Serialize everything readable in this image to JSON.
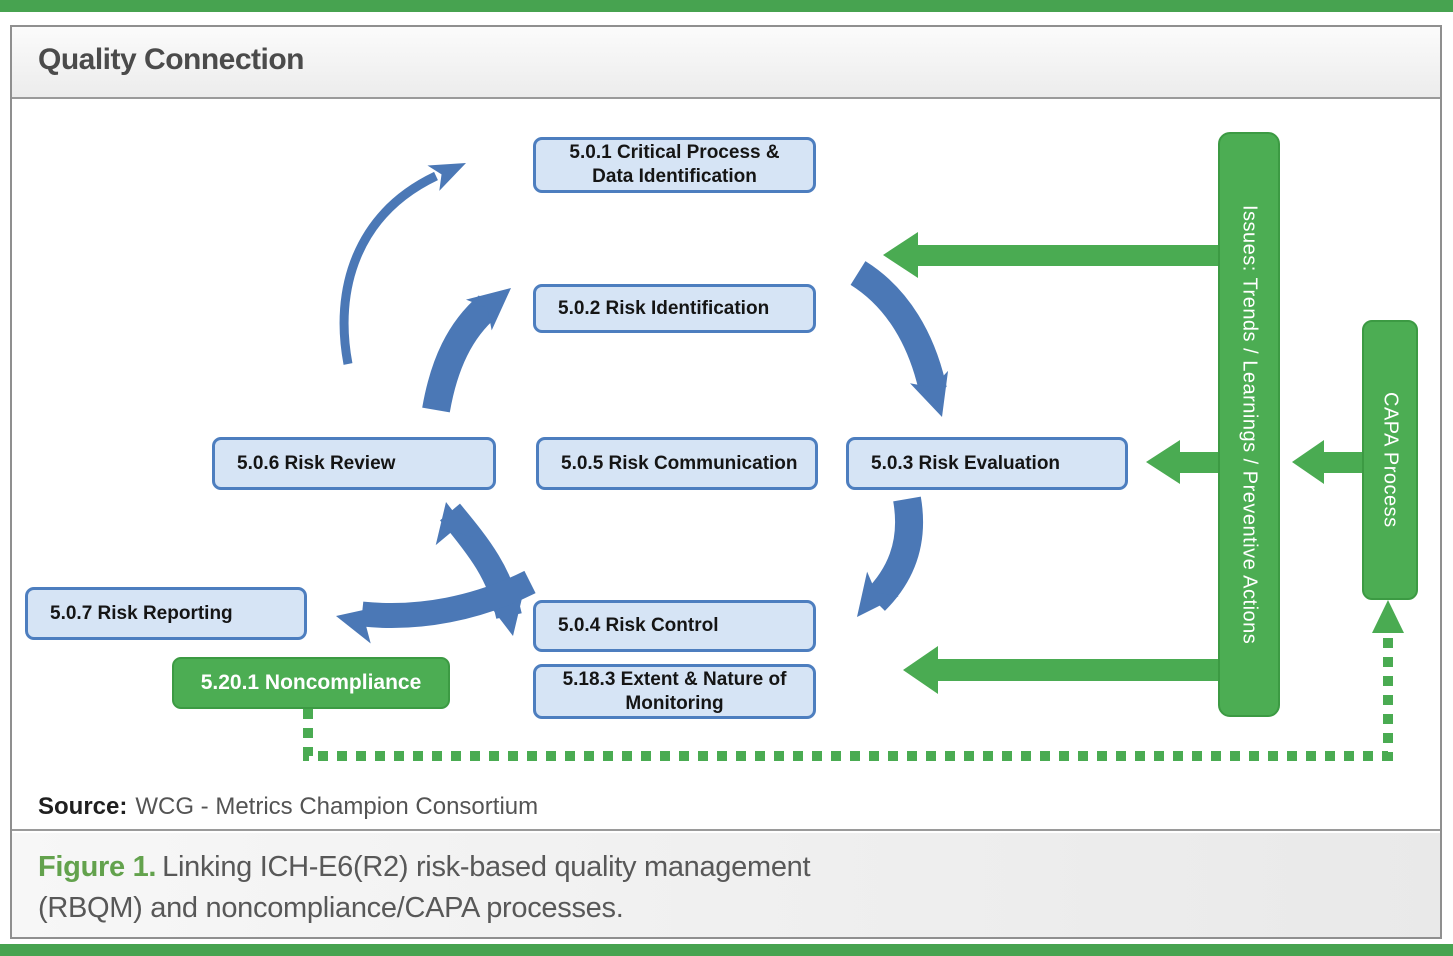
{
  "header": {
    "title": "Quality Connection"
  },
  "source": {
    "label": "Source:",
    "text": "WCG - Metrics Champion Consortium"
  },
  "caption": {
    "label": "Figure 1.",
    "line1": "Linking ICH-E6(R2) risk-based quality management",
    "line2": "(RBQM) and noncompliance/CAPA processes."
  },
  "colors": {
    "accent_green": "#47a350",
    "diagram_green_fill": "#4cad53",
    "diagram_green_border": "#3c9a43",
    "blue_arrow": "#4b78b6",
    "blue_box_fill": "#d6e4f5",
    "blue_box_border": "#4d7ebf",
    "caption_green": "#63a24d"
  },
  "diagram": {
    "boxes": [
      {
        "name": "critical-process-data-identification",
        "line1": "5.0.1 Critical Process &",
        "line2": "Data Identification"
      },
      {
        "name": "risk-identification",
        "line1": "5.0.2 Risk Identification"
      },
      {
        "name": "risk-review",
        "line1": "5.0.6 Risk Review"
      },
      {
        "name": "risk-communication",
        "line1": "5.0.5 Risk Communication"
      },
      {
        "name": "risk-evaluation",
        "line1": "5.0.3 Risk Evaluation"
      },
      {
        "name": "risk-reporting",
        "line1": "5.0.7 Risk Reporting"
      },
      {
        "name": "risk-control",
        "line1": "5.0.4 Risk Control"
      },
      {
        "name": "extent-nature-of-monitoring",
        "line1": "5.18.3 Extent & Nature of",
        "line2": "Monitoring"
      },
      {
        "name": "noncompliance",
        "line1": "5.20.1 Noncompliance"
      }
    ],
    "vertical_bars": [
      {
        "name": "issues-trends",
        "label": "Issues: Trends / Learnings / Preventive Actions"
      },
      {
        "name": "capa-process",
        "label": "CAPA Process"
      }
    ]
  }
}
